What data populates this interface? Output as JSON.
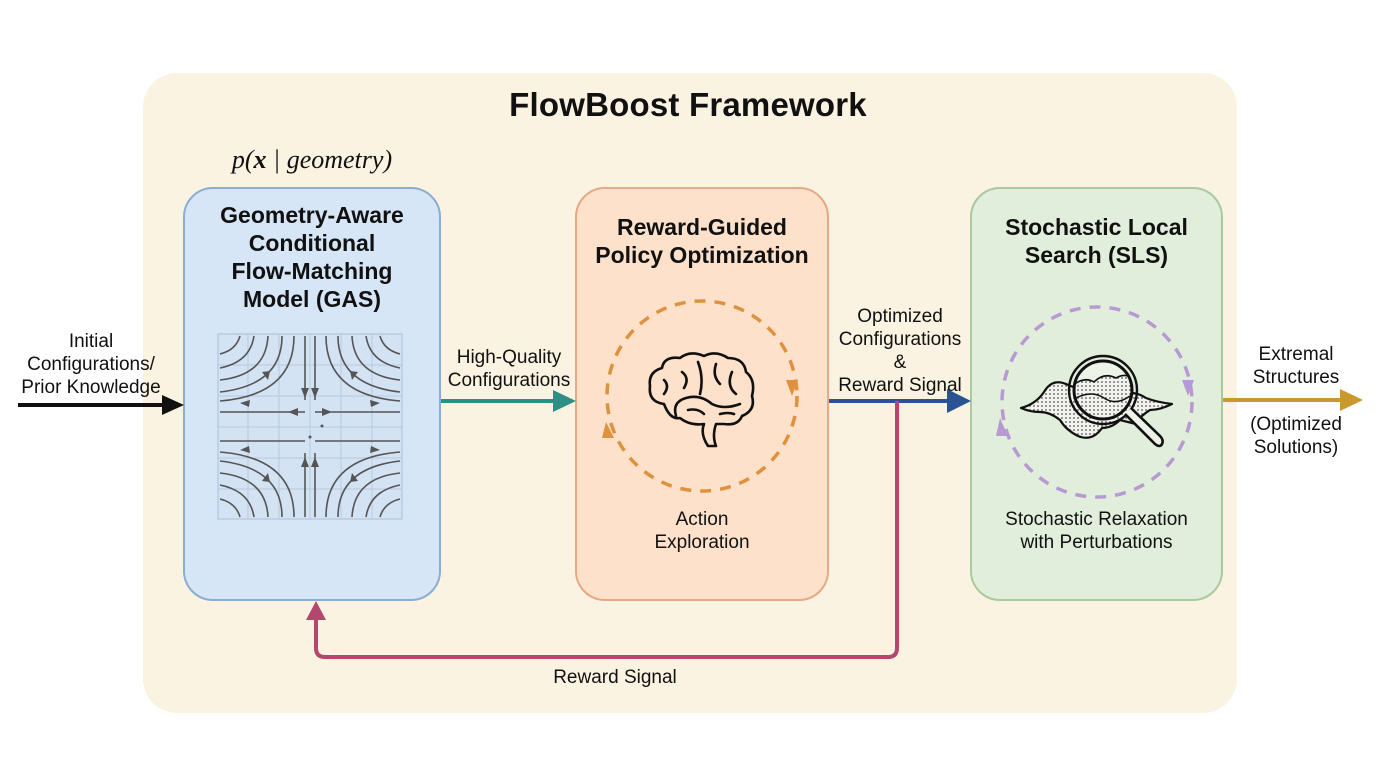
{
  "title": "FlowBoost Framework",
  "formula": {
    "prefix": "p(",
    "variable": "x",
    "separator": " | ",
    "condition": "geometry",
    "suffix": ")"
  },
  "modules": [
    {
      "id": "gas",
      "title_lines": [
        "Geometry-Aware",
        "Conditional",
        "Flow-Matching",
        "Model (GAS)"
      ],
      "icon": "vector-field-icon",
      "color": "#d6e6f7",
      "border": "#8aaed3"
    },
    {
      "id": "rl",
      "title_lines": [
        "Reward-Guided",
        "Policy Optimization"
      ],
      "icon": "brain-icon",
      "caption_lines": [
        "Action",
        "Exploration"
      ],
      "color": "#fde1cb",
      "border": "#e5a984",
      "loop_color": "#e0913d"
    },
    {
      "id": "sls",
      "title_lines": [
        "Stochastic Local",
        "Search (SLS)"
      ],
      "icon": "magnifier-landscape-icon",
      "caption_lines": [
        "Stochastic Relaxation",
        "with Perturbations"
      ],
      "color": "#e2eedc",
      "border": "#a9c99f",
      "loop_color": "#b79ad3"
    }
  ],
  "edges": {
    "input": {
      "lines": [
        "Initial",
        "Configurations/",
        "Prior Knowledge"
      ],
      "color": "#111111"
    },
    "gas_to_rl": {
      "lines": [
        "High-Quality",
        "Configurations"
      ],
      "color": "#2e8f86"
    },
    "rl_to_sls": {
      "lines": [
        "Optimized",
        "Configurations",
        "&",
        "Reward Signal"
      ],
      "color": "#2a5393"
    },
    "output": {
      "lines": [
        "Extremal",
        "Structures"
      ],
      "sub_lines": [
        "(Optimized",
        "Solutions)"
      ],
      "color": "#c9992f"
    },
    "feedback": {
      "label": "Reward Signal",
      "color": "#b5466e"
    }
  }
}
